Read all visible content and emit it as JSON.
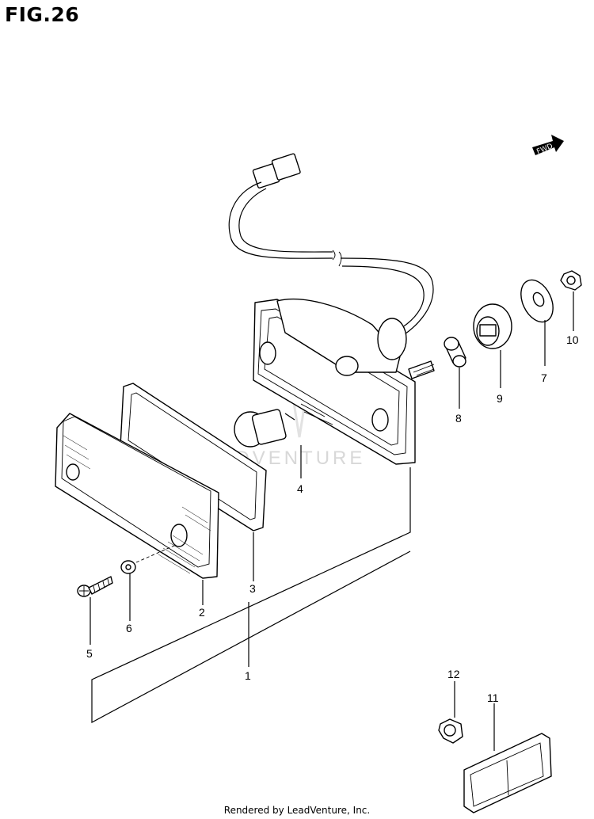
{
  "figure": {
    "title": "FIG.26",
    "footer": "Rendered by LeadVenture, Inc.",
    "watermark": "LEADVENTURE",
    "fwd_label": "FWD"
  },
  "callouts": [
    "1",
    "2",
    "3",
    "4",
    "5",
    "6",
    "7",
    "8",
    "9",
    "10",
    "11",
    "12"
  ]
}
